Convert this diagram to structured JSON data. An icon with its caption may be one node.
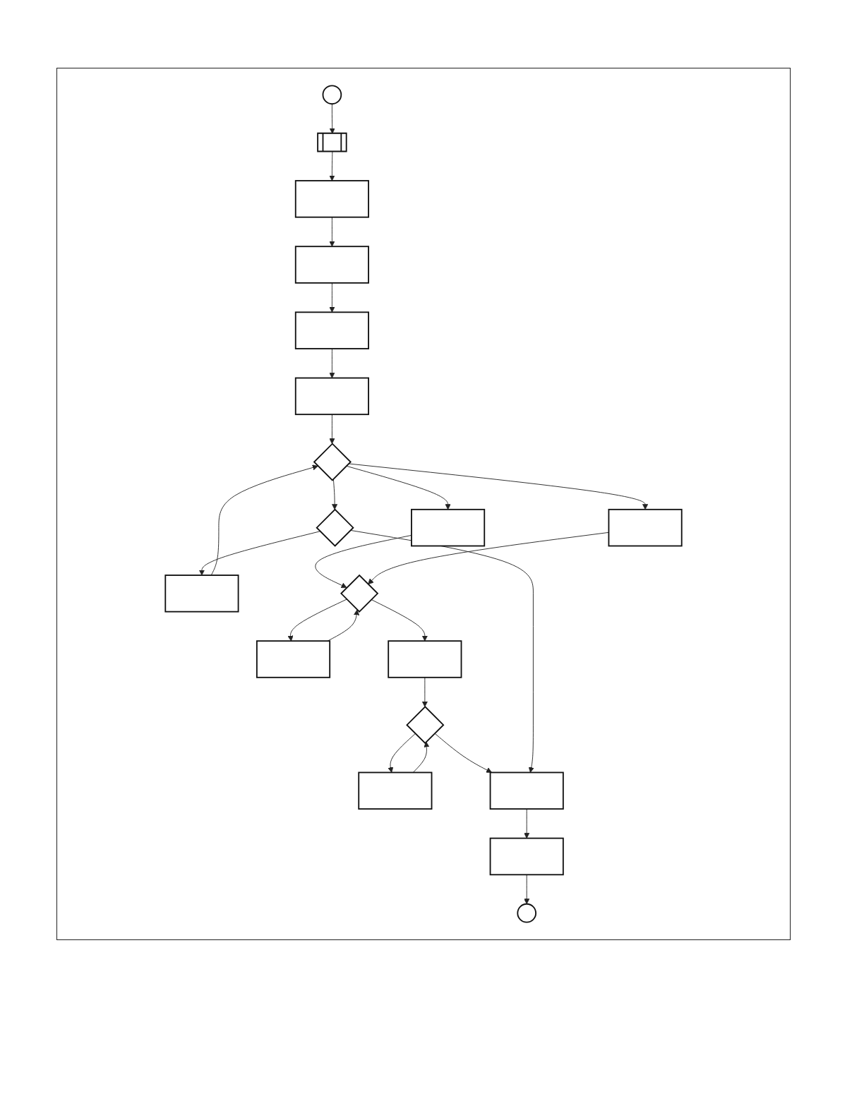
{
  "diagram": {
    "nodes": [
      {
        "text": [],
        "shape": "circle"
      },
      {
        "text": [],
        "shape": "subroutine"
      },
      {
        "text": [],
        "shape": "box"
      },
      {
        "text": [],
        "shape": "box"
      },
      {
        "text": [],
        "shape": "box"
      },
      {
        "text": [],
        "shape": "box"
      },
      {
        "text": [],
        "shape": "box"
      },
      {
        "text": [],
        "shape": "diamond"
      },
      {
        "text": [],
        "shape": "diamond"
      },
      {
        "text": [],
        "shape": "box"
      },
      {
        "text": [],
        "shape": "box"
      },
      {
        "text": [],
        "shape": "diamond"
      },
      {
        "text": [],
        "shape": "box"
      },
      {
        "text": [],
        "shape": "box"
      },
      {
        "text": [],
        "shape": "diamond"
      },
      {
        "text": [],
        "shape": "box"
      },
      {
        "text": [],
        "shape": "box"
      },
      {
        "text": [],
        "shape": "box"
      },
      {
        "text": [],
        "shape": "circle"
      }
    ],
    "edges": [
      {
        "from": 0,
        "to": 1,
        "arrow": "to"
      },
      {
        "from": 1,
        "to": 2,
        "arrow": "to"
      },
      {
        "from": 2,
        "to": 3,
        "arrow": "to"
      },
      {
        "from": 3,
        "to": 4,
        "arrow": "to"
      },
      {
        "from": 4,
        "to": 5,
        "arrow": "to"
      },
      {
        "from": 5,
        "to": 7,
        "arrow": "to"
      },
      {
        "from": 6,
        "to": 7,
        "arrow": "to"
      },
      {
        "from": 7,
        "to": 8,
        "arrow": "to"
      },
      {
        "from": 8,
        "to": 6,
        "arrow": "to"
      },
      {
        "from": 7,
        "to": 9,
        "arrow": "to"
      },
      {
        "from": 7,
        "to": 10,
        "arrow": "to"
      },
      {
        "from": 9,
        "to": 11,
        "arrow": "to"
      },
      {
        "from": 10,
        "to": 11,
        "arrow": "to"
      },
      {
        "from": 12,
        "to": 11,
        "arrow": "to"
      },
      {
        "from": 11,
        "to": 12,
        "arrow": "to"
      },
      {
        "from": 11,
        "to": 13,
        "arrow": "to"
      },
      {
        "from": 13,
        "to": 14,
        "arrow": "to"
      },
      {
        "from": 15,
        "to": 14,
        "arrow": "to"
      },
      {
        "from": 14,
        "to": 15,
        "arrow": "to"
      },
      {
        "from": 14,
        "to": 16,
        "arrow": "to"
      },
      {
        "from": 8,
        "to": 16,
        "arrow": "to"
      },
      {
        "from": 16,
        "to": 17,
        "arrow": "to"
      },
      {
        "from": 17,
        "to": 18,
        "arrow": "to"
      }
    ]
  }
}
